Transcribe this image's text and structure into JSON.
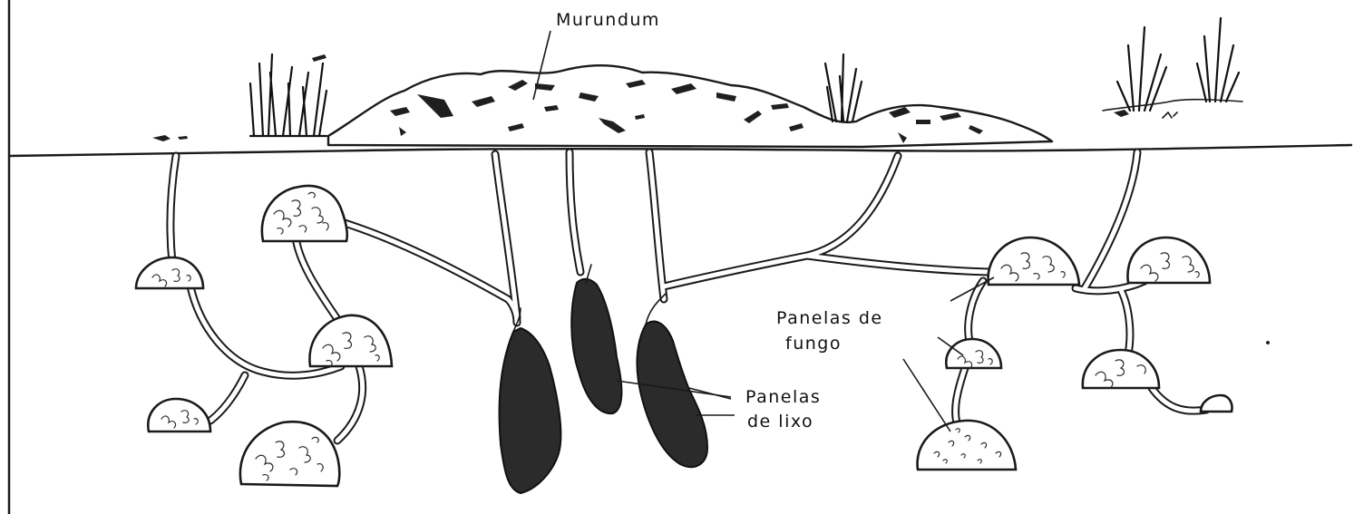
{
  "labels": {
    "mound": "Murundum",
    "fungus_chambers_line1": "Panelas de",
    "fungus_chambers_line2": "fungo",
    "waste_chambers_line1": "Panelas",
    "waste_chambers_line2": "de lixo"
  },
  "colors": {
    "ink": "#1a1a1a",
    "waste_fill": "#2b2b2b",
    "background": "#ffffff"
  },
  "icons": {
    "grass_tufts": "grass-icon",
    "fungus_texture": "fungus-texture-icon"
  }
}
